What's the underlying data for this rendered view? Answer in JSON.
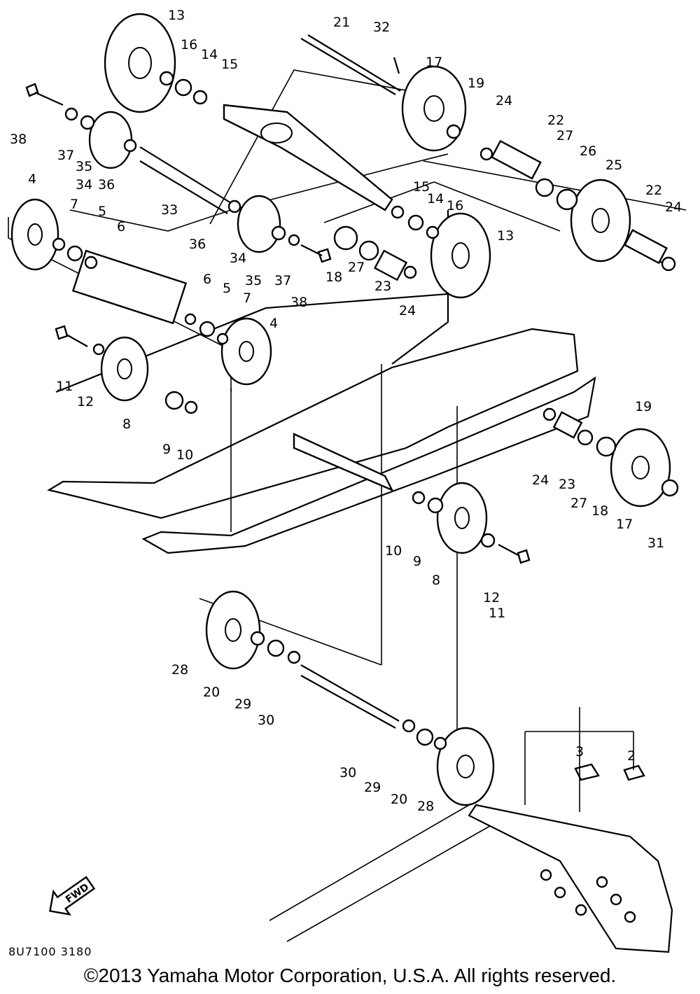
{
  "diagram": {
    "callouts": [
      "13",
      "16",
      "14",
      "15",
      "21",
      "32",
      "17",
      "19",
      "24",
      "22",
      "27",
      "26",
      "25",
      "22",
      "24",
      "38",
      "37",
      "35",
      "34",
      "36",
      "33",
      "36",
      "34",
      "35",
      "37",
      "38",
      "15",
      "14",
      "16",
      "13",
      "18",
      "27",
      "23",
      "24",
      "4",
      "7",
      "5",
      "6",
      "6",
      "5",
      "7",
      "4",
      "11",
      "12",
      "8",
      "9",
      "10",
      "19",
      "24",
      "23",
      "27",
      "18",
      "17",
      "31",
      "10",
      "9",
      "8",
      "12",
      "11",
      "28",
      "20",
      "29",
      "30",
      "30",
      "29",
      "20",
      "28",
      "3",
      "2"
    ],
    "fwd_label": "FWD"
  },
  "footer": {
    "part_code": "8U7100 3180",
    "copyright": "©2013 Yamaha Motor Corporation, U.S.A. All rights reserved."
  }
}
